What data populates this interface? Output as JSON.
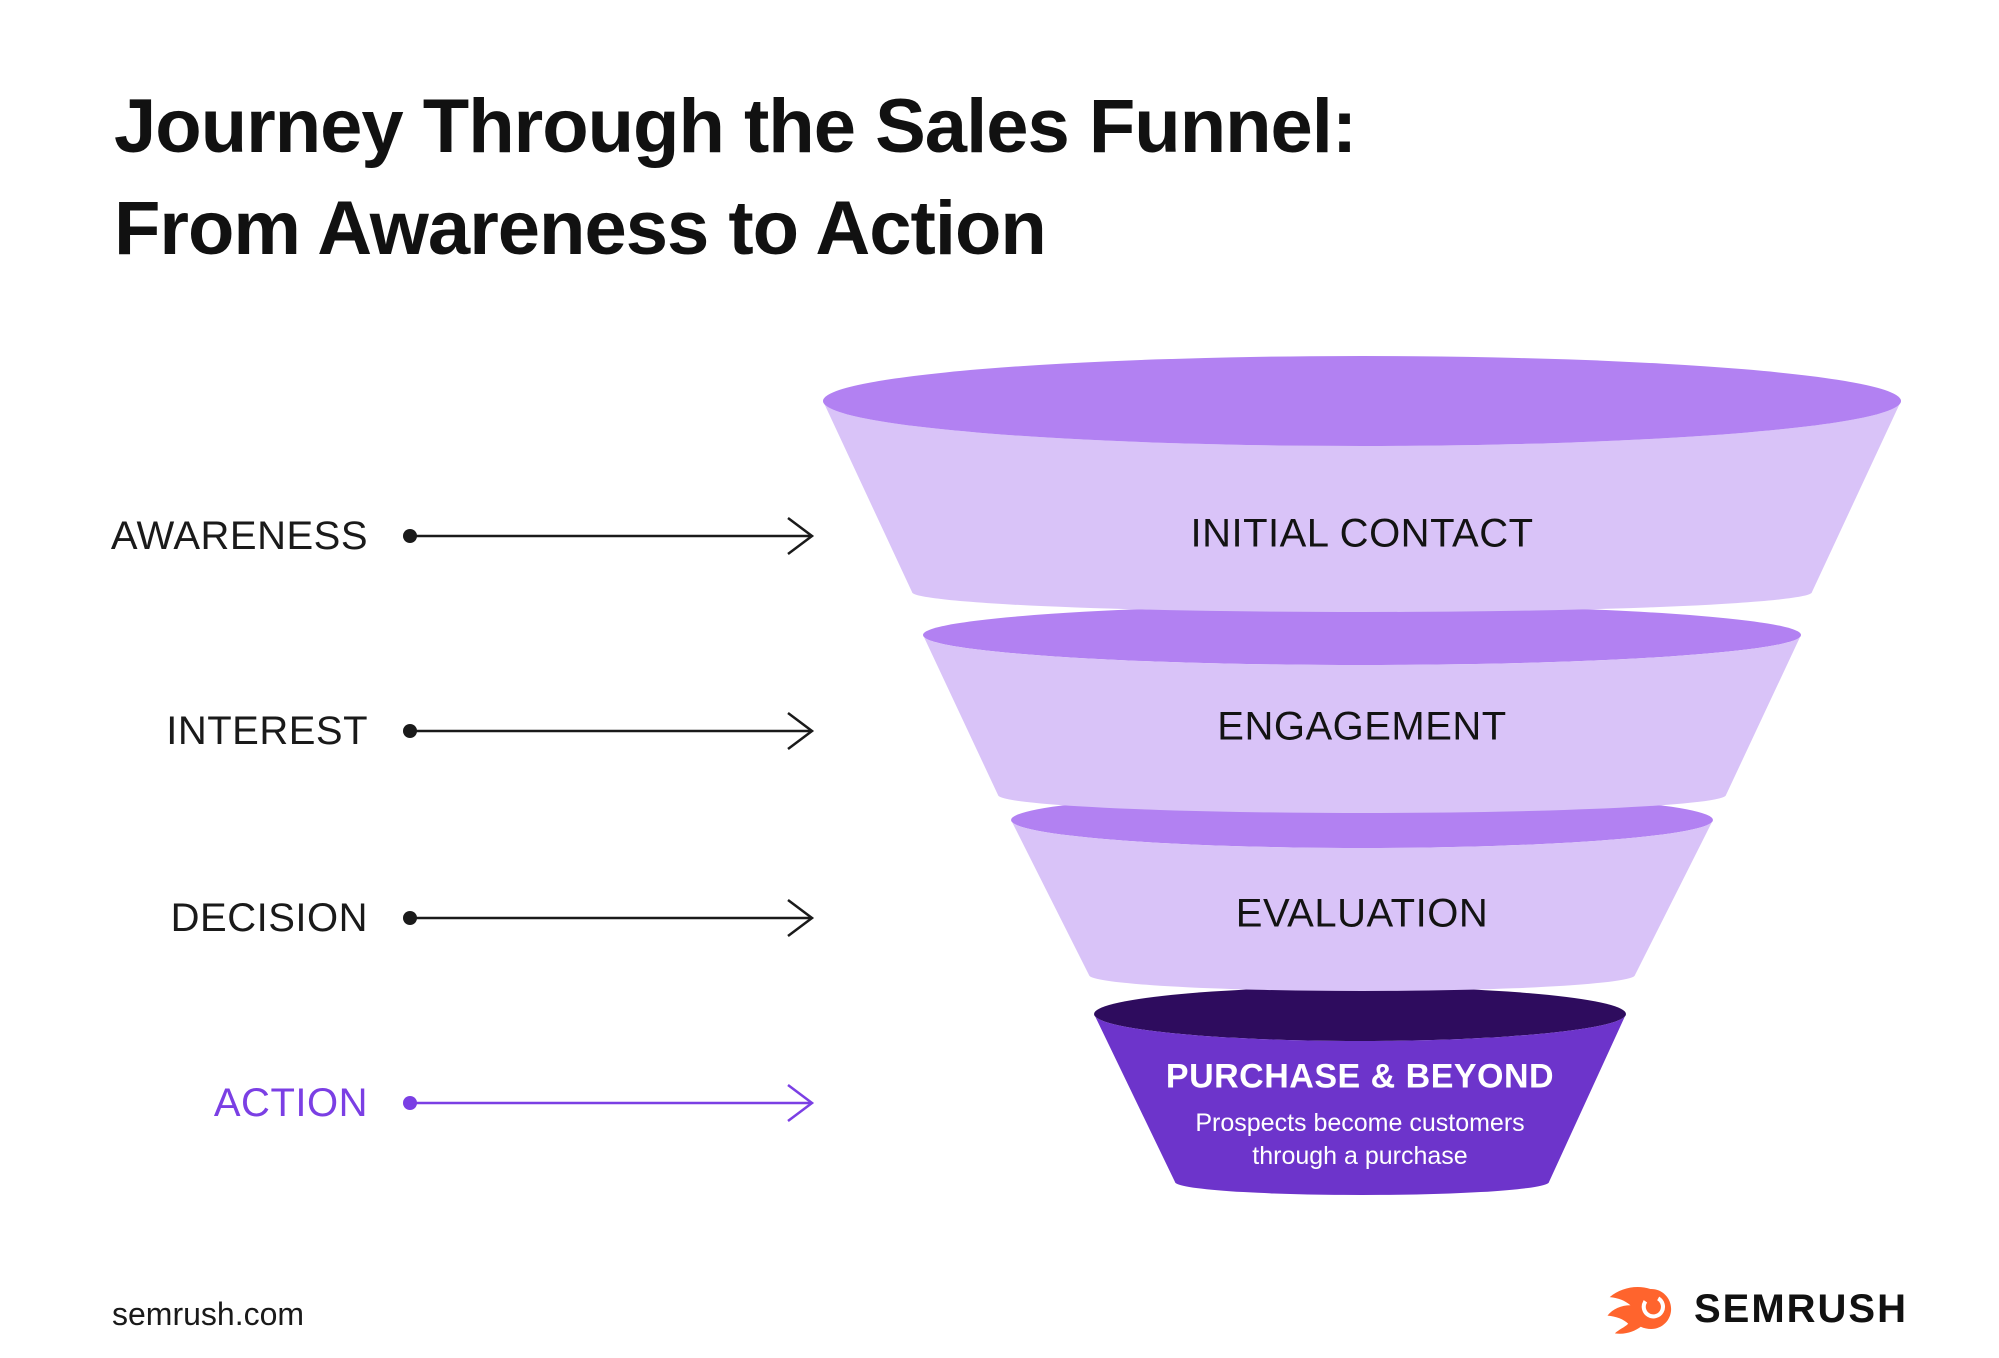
{
  "title": {
    "line1": "Journey Through the Sales Funnel:",
    "line2": "From Awareness to Action"
  },
  "stages": [
    {
      "label": "AWARENESS"
    },
    {
      "label": "INTEREST"
    },
    {
      "label": "DECISION"
    },
    {
      "label": "ACTION"
    }
  ],
  "funnel": {
    "tiers": [
      {
        "label": "INITIAL CONTACT"
      },
      {
        "label": "ENGAGEMENT"
      },
      {
        "label": "EVALUATION"
      },
      {
        "label": "PURCHASE & BEYOND",
        "sub_line1": "Prospects become customers",
        "sub_line2": "through a purchase"
      }
    ]
  },
  "footer": {
    "website": "semrush.com",
    "brand": "SEMRUSH"
  },
  "colors": {
    "ink": "#1a1a1a",
    "tier_light": "#D9C3F8",
    "tier_medium": "#B281F2",
    "tier_dark_top": "#2E0C5E",
    "tier_dark_body": "#6D34CB",
    "action_purple": "#7B3FE4",
    "brand_orange": "#FF642D",
    "highlight_white": "#FFFFFF"
  }
}
